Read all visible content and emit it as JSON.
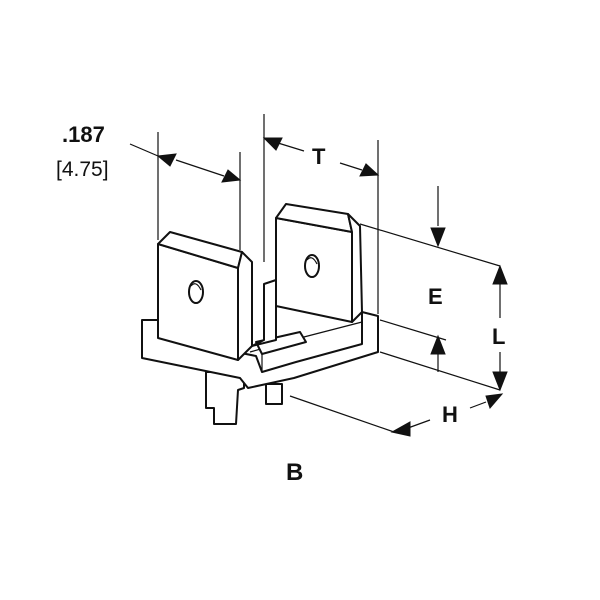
{
  "dimensions": {
    "tab_width_in": ".187",
    "tab_width_mm": "[4.75]",
    "t": "T",
    "e": "E",
    "l": "L",
    "h": "H"
  },
  "caption": "B"
}
